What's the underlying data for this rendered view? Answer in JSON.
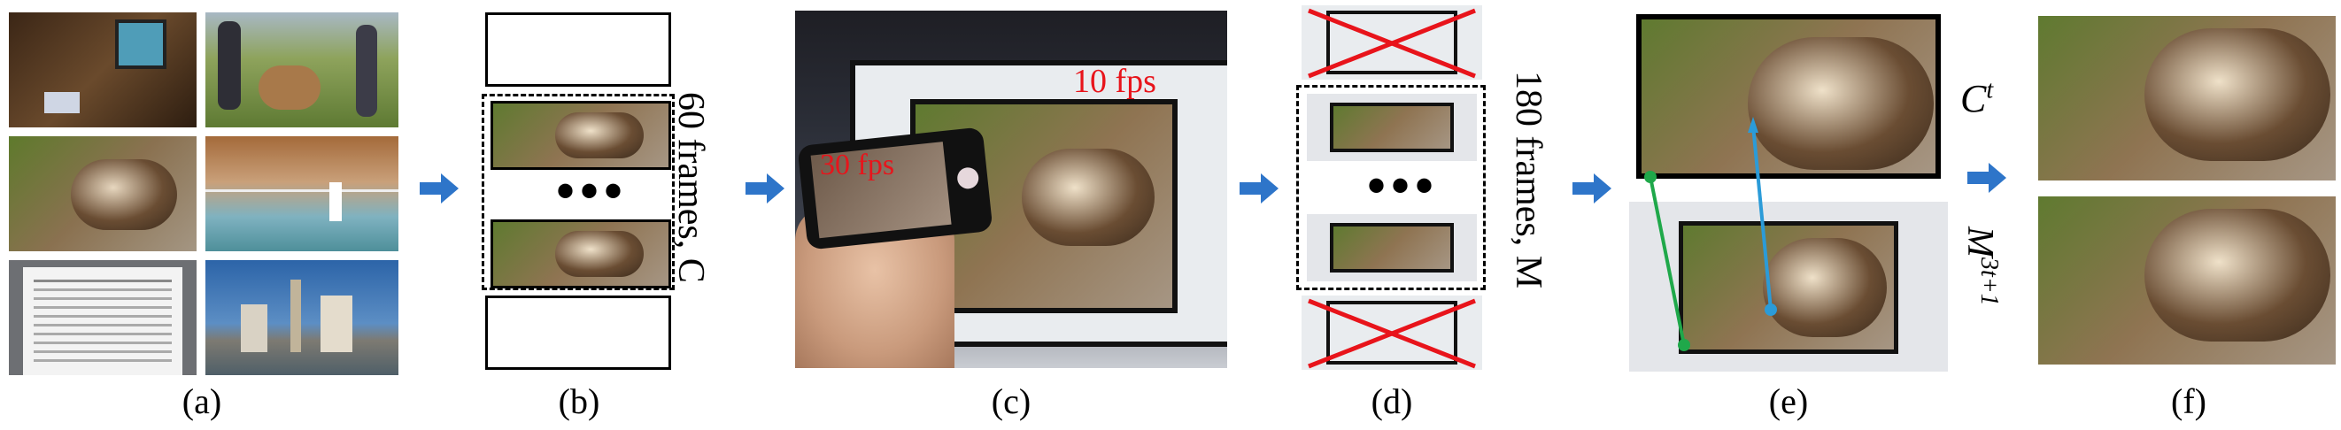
{
  "panels": {
    "a": {
      "caption": "(a)"
    },
    "b": {
      "caption": "(b)",
      "label": "60 frames, C",
      "dots": "•••"
    },
    "c": {
      "caption": "(c)",
      "fps_screen": "10 fps",
      "fps_phone": "30 fps"
    },
    "d": {
      "caption": "(d)",
      "label": "180 frames, M",
      "dots": "•••"
    },
    "e": {
      "caption": "(e)",
      "label_top_base": "C",
      "label_top_sup": "t",
      "label_bottom_base": "M",
      "label_bottom_sup": "3t+1"
    },
    "f": {
      "caption": "(f)"
    }
  },
  "colors": {
    "arrow": "#2e75c9",
    "fps_text": "#e8141b",
    "cross": "#e8141b",
    "green_line": "#1fa84a",
    "blue_line": "#2b9bd8"
  },
  "icons": [
    "right-arrow-icon"
  ]
}
